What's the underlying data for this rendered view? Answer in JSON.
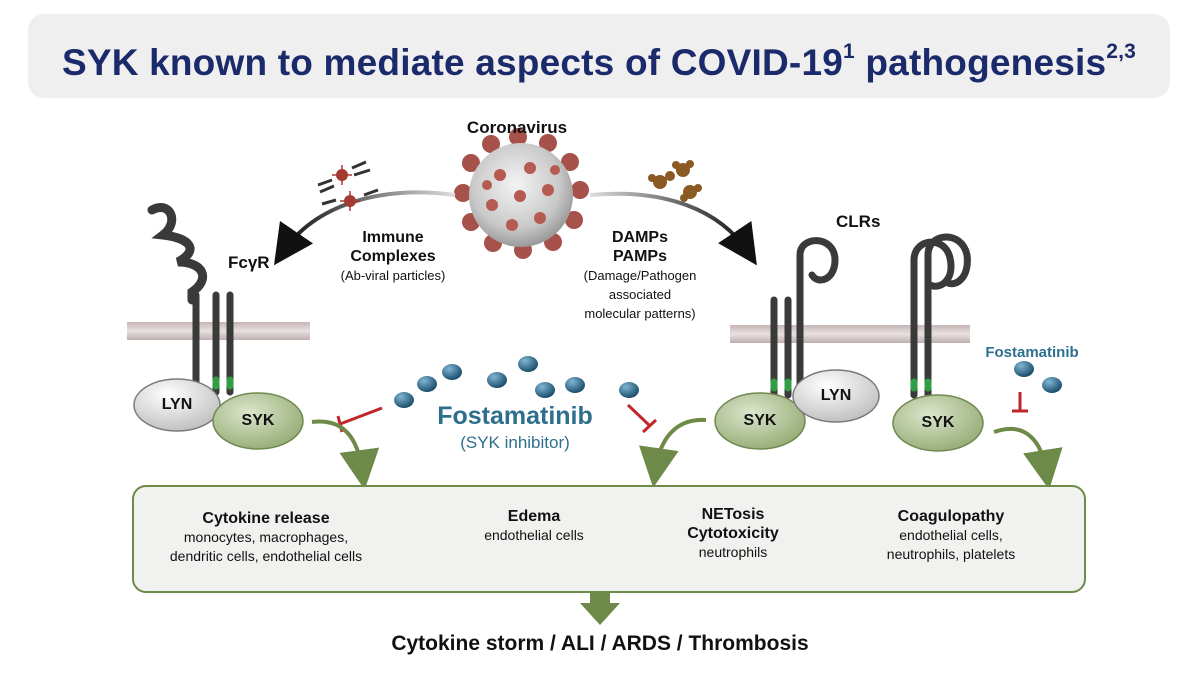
{
  "title": {
    "main": "SYK known to mediate aspects of COVID-19",
    "sup1": "1",
    "main2": " pathogenesis",
    "sup2": "2,3"
  },
  "virus": {
    "label": "Coronavirus"
  },
  "left_pathway": {
    "receptor_label": "FcγR",
    "trigger_title_line1": "Immune",
    "trigger_title_line2": "Complexes",
    "trigger_desc": "(Ab-viral particles)",
    "kinase1": "LYN",
    "kinase2": "SYK"
  },
  "right_pathway": {
    "receptor_label": "CLRs",
    "trigger_title_line1": "DAMPs",
    "trigger_title_line2": "PAMPs",
    "trigger_desc_line1": "(Damage/Pathogen",
    "trigger_desc_line2": "associated",
    "trigger_desc_line3": "molecular patterns)",
    "kinase1": "SYK",
    "kinase2": "LYN",
    "kinase3": "SYK"
  },
  "drug": {
    "name": "Fostamatinib",
    "subtitle": "(SYK inhibitor)",
    "right_label": "Fostamatinib"
  },
  "effects": [
    {
      "title": "Cytokine release",
      "desc1": "monocytes, macrophages,",
      "desc2": "dendritic cells, endothelial cells"
    },
    {
      "title": "Edema",
      "desc1": "endothelial cells",
      "desc2": ""
    },
    {
      "title": "NETosis",
      "title2": "Cytotoxicity",
      "desc1": "neutrophils"
    },
    {
      "title": "Coagulopathy",
      "desc1": "endothelial cells,",
      "desc2": "neutrophils, platelets"
    }
  ],
  "outcome": "Cytokine storm / ALI / ARDS / Thrombosis",
  "colors": {
    "title": "#1b2a6b",
    "drug": "#2e6f8e",
    "syk": "#a9bb8c",
    "box_border": "#6d8a48",
    "inhibit": "#c0262a"
  }
}
